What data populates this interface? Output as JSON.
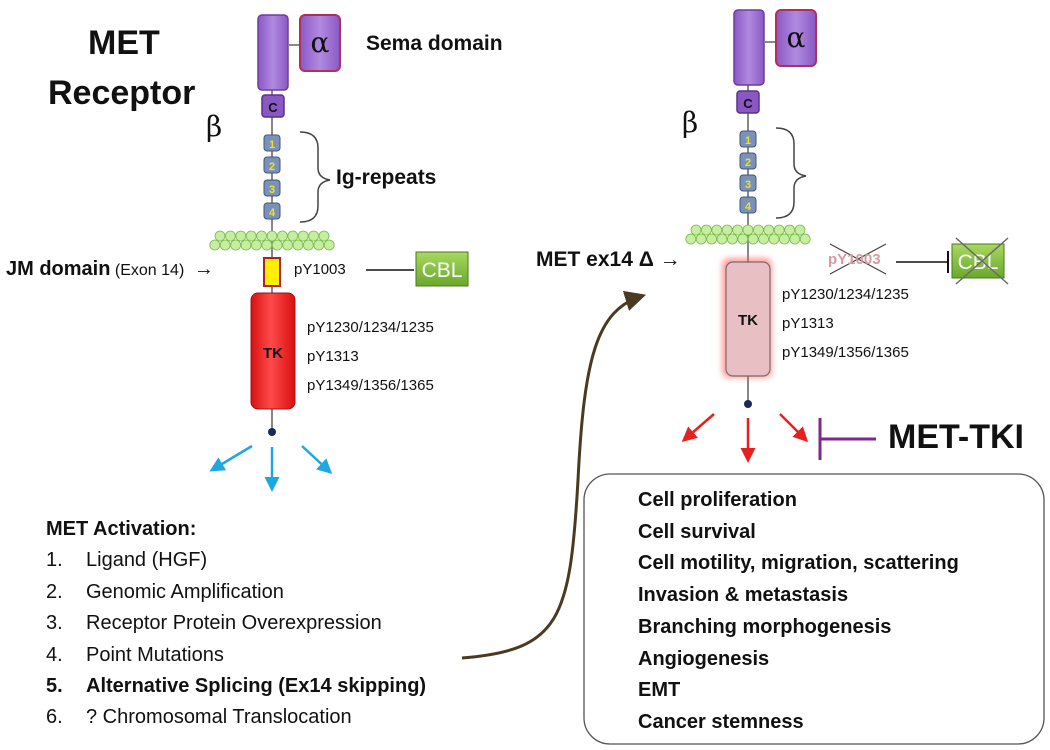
{
  "left": {
    "title_line1": "MET",
    "title_line2": "Receptor",
    "beta": "β",
    "alpha": "α",
    "sema_label": "Sema domain",
    "c_label": "C",
    "ig_numbers": [
      "1",
      "2",
      "3",
      "4"
    ],
    "ig_label": "Ig-repeats",
    "jm_label_bold": "JM domain",
    "jm_label_exon": " (Exon 14)",
    "jm_arrow": "→",
    "py1003": "pY1003",
    "cbl": "CBL",
    "tk": "TK",
    "sites": [
      "pY1230/1234/1235",
      "pY1313",
      "pY1349/1356/1365"
    ]
  },
  "right": {
    "beta": "β",
    "alpha": "α",
    "c_label": "C",
    "ig_numbers": [
      "1",
      "2",
      "3",
      "4"
    ],
    "ex14_label": "MET ex14 Δ",
    "ex14_arrow": "→",
    "py1003": "pY1003",
    "cbl": "CBL",
    "tk": "TK",
    "sites": [
      "pY1230/1234/1235",
      "pY1313",
      "pY1349/1356/1365"
    ],
    "tki_label": "MET-TKI"
  },
  "activation": {
    "heading": "MET Activation:",
    "items": [
      {
        "num": "1.",
        "text": "Ligand (HGF)",
        "bold": false
      },
      {
        "num": "2.",
        "text": "Genomic Amplification",
        "bold": false
      },
      {
        "num": "3.",
        "text": "Receptor Protein Overexpression",
        "bold": false
      },
      {
        "num": "4.",
        "text": "Point Mutations",
        "bold": false
      },
      {
        "num": "5.",
        "text": "Alternative Splicing (Ex14 skipping)",
        "bold": true
      },
      {
        "num": "6.",
        "text": "? Chromosomal Translocation",
        "bold": false
      }
    ]
  },
  "outcomes": [
    "Cell proliferation",
    "Cell survival",
    "Cell motility, migration, scattering",
    "Invasion & metastasis",
    "Branching morphogenesis",
    "Angiogenesis",
    "EMT",
    "Cancer stemness"
  ],
  "colors": {
    "purple": "#9a6ad0",
    "purple_border": "#b0305c",
    "ig_blue": "#7a92b8",
    "membrane_green": "#c6eea0",
    "jm_yellow": "#ffee00",
    "tk_red": "#ff2a2a",
    "tk_pink": "#e8c0c4",
    "cbl_green": "#8cc63f",
    "arrow_blue": "#1ea7e1",
    "arrow_red": "#e62020",
    "inhibitor_purple": "#7a2a8c",
    "curve_brown": "#4a3a20"
  },
  "icons": [
    "alpha-subunit-icon",
    "membrane-icon",
    "phosphate-dot-icon",
    "cross-out-icon",
    "inhibitor-bar-icon"
  ]
}
